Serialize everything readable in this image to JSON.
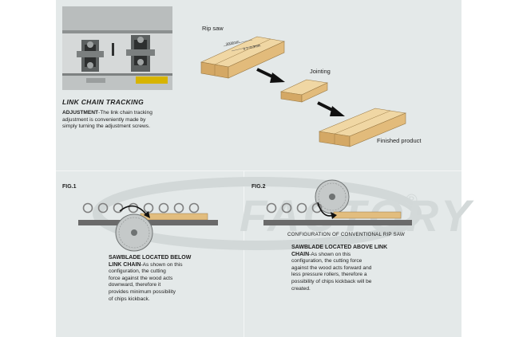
{
  "top": {
    "link_chain_title": "LINK CHAIN TRACKING",
    "adjustment_bold": "ADJUSTMENT",
    "adjustment_text_1": "-The link chain tracking",
    "adjustment_text_2": "adjustment is conveniently made by",
    "adjustment_text_3": "simply turning the adjustment screws.",
    "process": {
      "rip_saw_label": "Rip saw",
      "board_dim_1": "3000mm",
      "board_dim_2": "0.1~0.3mm",
      "jointing_label": "Jointing",
      "finished_label": "Finished product"
    }
  },
  "fig1": {
    "label": "FIG.1",
    "title_1": "SAWBLADE LOCATED BELOW",
    "title_2": "LINK CHAIN",
    "text_1": "-As shown on this",
    "text_2": "configuration, the cutting",
    "text_3": "force against the wood acts",
    "text_4": "downward, therefore it",
    "text_5": "provides minimum possibility",
    "text_6": "of chips kickback."
  },
  "fig2": {
    "label": "FIG.2",
    "caption": "CONFIGURATION OF CONVENTIONAL RIP SAW",
    "title_1": "SAWBLADE LOCATED ABOVE LINK",
    "title_2": "CHAIN",
    "text_1": "-As shown on this",
    "text_2": "configuration, the cutting force",
    "text_3": "against the wood acts forward and",
    "text_4": "less pressure rollers, therefore a",
    "text_5": "possibility of chips kickback will be",
    "text_6": "created."
  },
  "watermark": {
    "text": "FACTORY",
    "registered": "®"
  },
  "colors": {
    "panel": "#e4e9e9",
    "wood": "#e8c78e",
    "wood_dark": "#c9a062",
    "chain": "#888888",
    "bar": "#666666"
  }
}
